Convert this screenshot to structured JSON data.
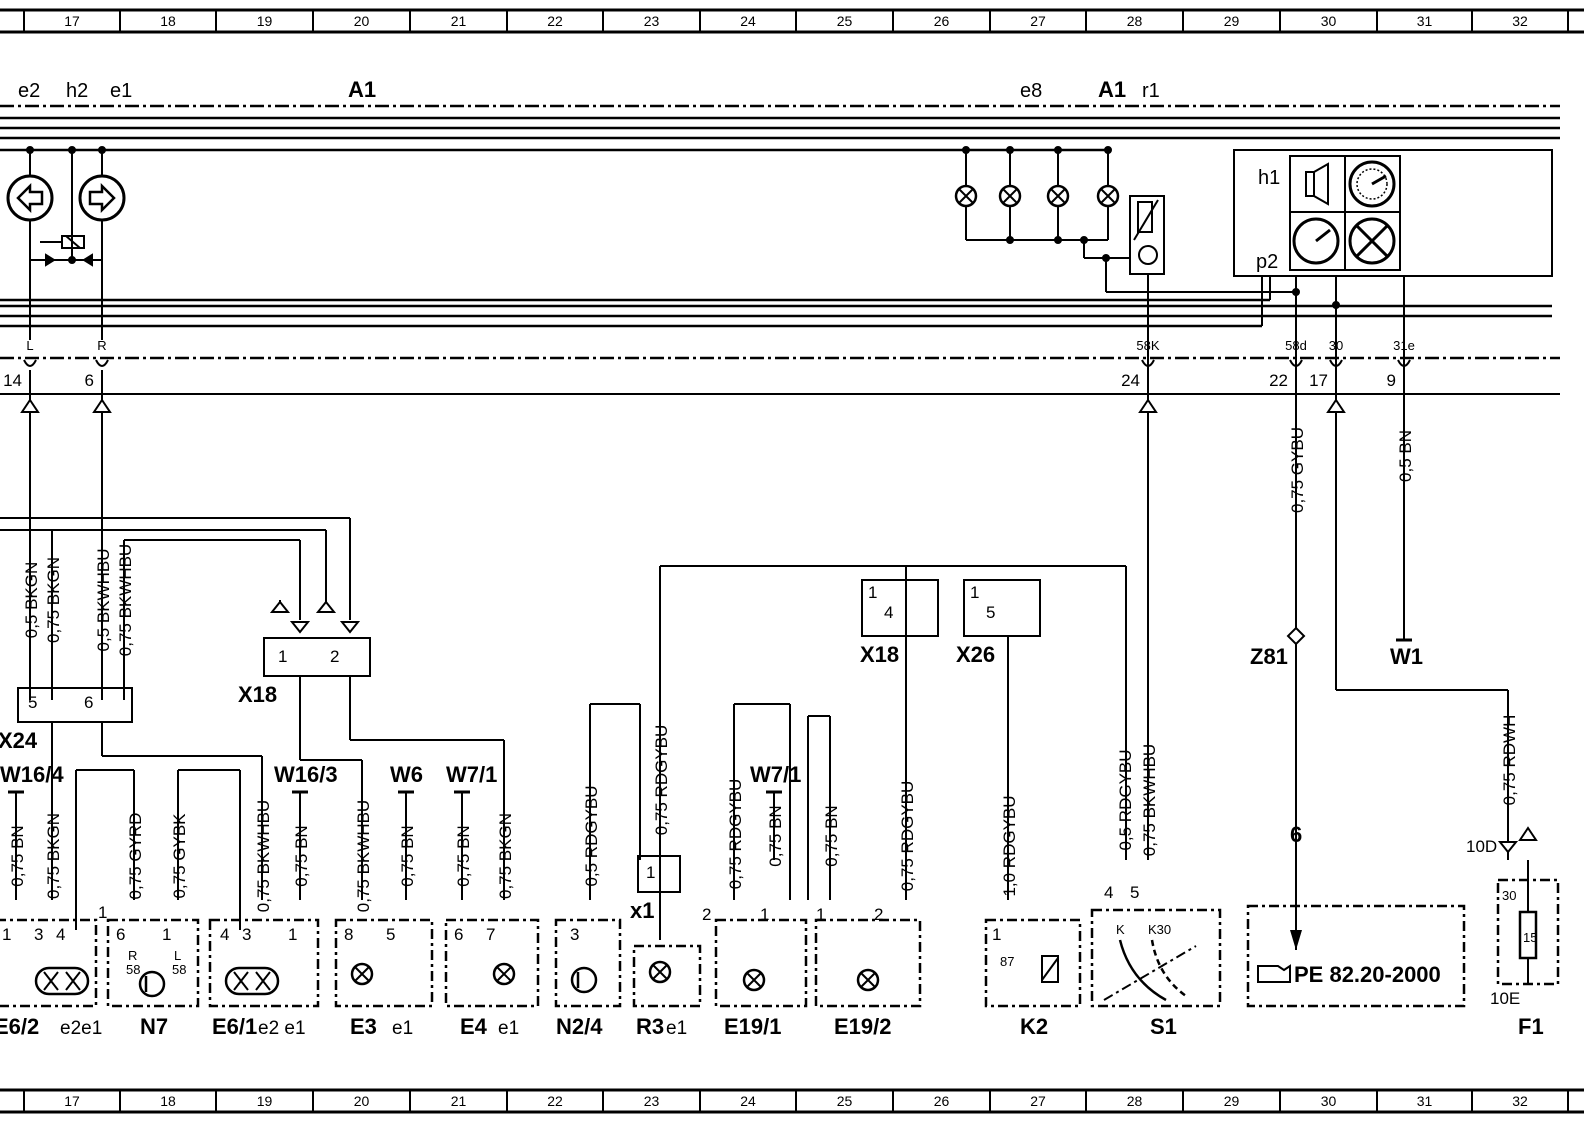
{
  "ruler_columns": [
    "17",
    "18",
    "19",
    "20",
    "21",
    "22",
    "23",
    "24",
    "25",
    "26",
    "27",
    "28",
    "29",
    "30",
    "31",
    "32"
  ],
  "bus": {
    "left_labels": [
      "e2",
      "h2",
      "e1"
    ],
    "module": "A1",
    "right_module": "A1",
    "right_labels": [
      "e8",
      "r1"
    ]
  },
  "cluster": {
    "h1": "h1",
    "p2": "p2"
  },
  "connector_pins": [
    {
      "pin": "L",
      "num": "14"
    },
    {
      "pin": "R",
      "num": "6"
    },
    {
      "pin": "58K",
      "num": "24"
    },
    {
      "pin": "58d",
      "num": "22"
    },
    {
      "pin": "30",
      "num": "17"
    },
    {
      "pin": "31e",
      "num": "9"
    }
  ],
  "wires": {
    "w_bkgn_05": "0,5  BKGN",
    "w_bkgn_075": "0,75  BKGN",
    "w_bkwhbu_05": "0,5  BKWHBU",
    "w_bkwhbu_075": "0,75  BKWHBU",
    "w_gybu": "0,75  GYBU",
    "w_bn_05": "0,5  BN",
    "w_rdgybu_075a": "0,75  RDGYBU",
    "w_rdgybu_05": "0,5  RDGYBU",
    "w_rdgybu_10": "1,0  RDGYBU",
    "w_rdgybu_075b": "0,75  RDGYBU",
    "w_rdgybu_075c": "0,75  RDGYBU",
    "w_rdgybu_05b": "0,5  RDGYBU",
    "w_bkwhbu_075b": "0,75  BKWHBU",
    "w_rdwh": "0,75  RDWH",
    "b1": "0,75  BN",
    "b2": "0,75  BKGN",
    "b3": "0,75  GYRD",
    "b4": "0,75  GYBK",
    "b5": "0,75  BKWHBU",
    "b6": "0,75  BN",
    "b7": "0,75  BKWHBU",
    "b8": "0,75  BN",
    "b9": "0,75  BN",
    "b10": "0,75  BKGN",
    "b11": "0,75  RDGYBU",
    "b12": "0,75  BN",
    "b13": "0,75  BN"
  },
  "connectors": {
    "x18a": "X18",
    "x18b": "X18",
    "x26": "X26",
    "x24": "X24",
    "z81": "Z81",
    "w1": "W1",
    "w16_4": "W16/4",
    "w16_3": "W16/3",
    "w6": "W6",
    "w7_1a": "W7/1",
    "w7_1b": "W7/1",
    "x1": "x1",
    "d10": "10D",
    "e10": "10E",
    "ref_6": "6"
  },
  "pins": {
    "x18a_1": "1",
    "x18a_2": "2",
    "x18b_1": "1",
    "x18b_4": "4",
    "x26_1": "1",
    "x26_5": "5",
    "x24_5": "5",
    "x24_6": "6",
    "x1_1": "1",
    "e62_1": "1",
    "e62_3": "3",
    "e62_4": "4",
    "n7_6": "6",
    "n7_1": "1",
    "n7_1b": "1",
    "n7_R": "R",
    "n7_58": "58",
    "n7_L": "L",
    "n7_58b": "58",
    "e61_4": "4",
    "e61_3": "3",
    "e61_1": "1",
    "e3_8": "8",
    "e3_5": "5",
    "e4_6": "6",
    "e4_7": "7",
    "n24_3": "3",
    "e191_2": "2",
    "e191_1": "1",
    "e192_1": "1",
    "e192_2": "2",
    "k2_1": "1",
    "k2_87": "87",
    "s1_4": "4",
    "s1_5": "5",
    "s1_K": "K",
    "s1_K30": "K30",
    "f1_30": "30",
    "f1_15": "15"
  },
  "components": [
    {
      "id": "E6/2",
      "sub": "e2e1"
    },
    {
      "id": "N7",
      "sub": ""
    },
    {
      "id": "E6/1",
      "sub": "e2   e1"
    },
    {
      "id": "E3",
      "sub": "e1"
    },
    {
      "id": "E4",
      "sub": "e1"
    },
    {
      "id": "N2/4",
      "sub": ""
    },
    {
      "id": "R3",
      "sub": "e1"
    },
    {
      "id": "E19/1",
      "sub": ""
    },
    {
      "id": "E19/2",
      "sub": ""
    },
    {
      "id": "K2",
      "sub": ""
    },
    {
      "id": "S1",
      "sub": ""
    },
    {
      "id": "F1",
      "sub": ""
    }
  ],
  "reference": "PE  82.20-2000"
}
